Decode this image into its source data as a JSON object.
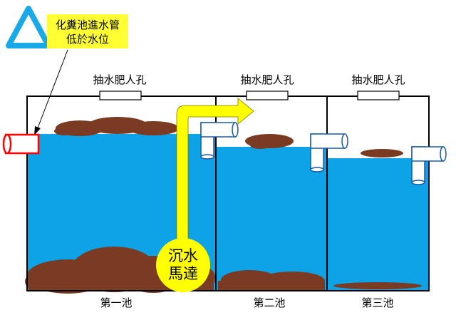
{
  "warning": {
    "line1": "化糞池進水管",
    "line2": "低於水位"
  },
  "manholes": [
    {
      "label": "抽水肥人孔"
    },
    {
      "label": "抽水肥人孔"
    },
    {
      "label": "抽水肥人孔"
    }
  ],
  "tanks": [
    {
      "label": "第一池",
      "water_level_fraction": 0.78
    },
    {
      "label": "第二池",
      "water_level_fraction": 0.72
    },
    {
      "label": "第三池",
      "water_level_fraction": 0.65
    }
  ],
  "pump": {
    "line1": "沉水",
    "line2": "馬達"
  },
  "colors": {
    "water": "#0ea2e6",
    "sludge": "#7a3b22",
    "arrow": "#ffff00",
    "warning_box": "#ffff33",
    "triangle": "#19a8e8",
    "inlet_pipe": "#ff0000",
    "tank_outline": "#000000"
  }
}
